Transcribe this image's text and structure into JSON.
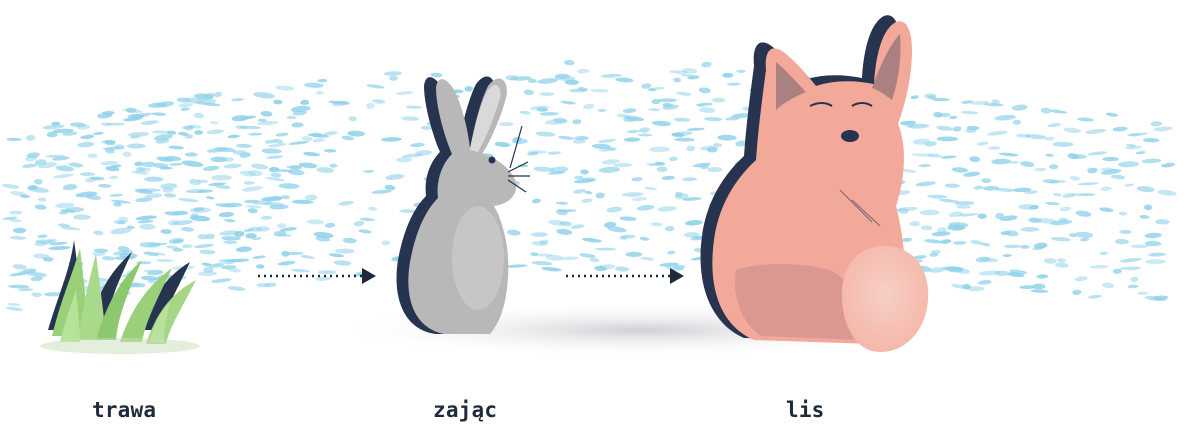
{
  "food_chain": {
    "items": [
      {
        "label": "trawa",
        "icon": "grass-icon"
      },
      {
        "label": "zając",
        "icon": "hare-icon"
      },
      {
        "label": "lis",
        "icon": "fox-icon"
      }
    ],
    "arrows": [
      "dotted-arrow",
      "dotted-arrow"
    ]
  },
  "colors": {
    "sky_strokes": "#8fd1ea",
    "grass": "#9bd07a",
    "grass_dark": "#26344f",
    "hare": "#b7b7b7",
    "fox": "#f2a99a",
    "shadow": "#2a3552",
    "label": "#1e2a3a"
  }
}
